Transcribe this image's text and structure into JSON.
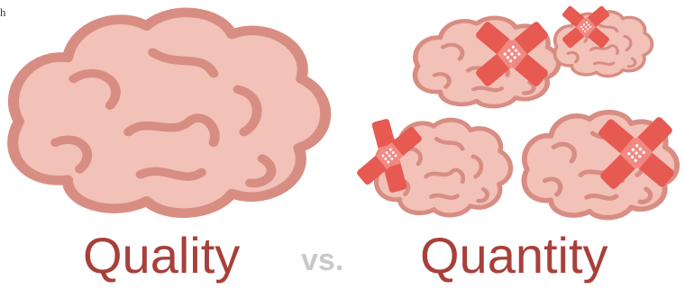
{
  "stray_text": "h",
  "labels": {
    "left": "Quality",
    "middle": "vs.",
    "right": "Quantity"
  },
  "colors": {
    "brain_fill": "#f2c1b7",
    "brain_stroke": "#d88d83",
    "bandage": "#e65a52",
    "bandage_pad": "#f08a82",
    "label": "#a8403a",
    "vs": "#c9c9c9"
  },
  "icons": {
    "big_brain": "brain-icon",
    "small_brains": "bandaged-brain-icon"
  }
}
